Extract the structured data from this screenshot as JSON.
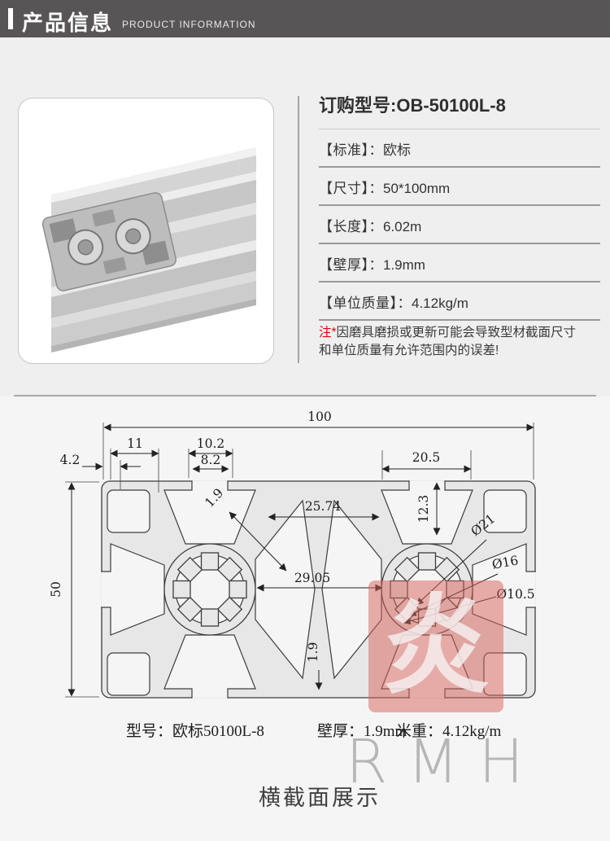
{
  "header": {
    "title_zh": "产品信息",
    "title_en": "PRODUCT INFORMATION"
  },
  "product": {
    "order_model": "订购型号:OB-50100L-8",
    "specs": [
      {
        "label": "【标准】：",
        "value": "欧标"
      },
      {
        "label": "【尺寸】：",
        "value": "50*100mm"
      },
      {
        "label": "【长度】：",
        "value": "6.02m"
      },
      {
        "label": "【壁厚】：",
        "value": "1.9mm"
      },
      {
        "label": "【单位质量】：",
        "value": "4.12kg/m"
      }
    ],
    "note_prefix": "注*",
    "note_text": "因磨具磨损或更新可能会导致型材截面尺寸和单位质量有允许范围内的误差!"
  },
  "drawing": {
    "dims": {
      "width_total": "100",
      "height_total": "50",
      "corner_11": "11",
      "slot_out_10_2": "10.2",
      "slot_in_8_2": "8.2",
      "edge_4_2": "4.2",
      "slot_20_5": "20.5",
      "depth_12_3": "12.3",
      "span_25_74": "25.74",
      "span_29_05": "29.05",
      "wall_1_9_top": "1.9",
      "wall_1_9_bottom": "1.9",
      "dia_21": "Ø21",
      "dia_16": "Ø16",
      "dia_10_5": "Ø10.5"
    },
    "caption": {
      "model": "型号：欧标50100L-8",
      "wall": "壁厚：1.9mm",
      "weight": "米重：4.12kg/m"
    },
    "stamp_char": "炎",
    "watermark": "RMH",
    "section_title": "横截面展示"
  },
  "colors": {
    "header_bg": "#585556",
    "note_red": "#e60012",
    "stamp_red": "rgba(213,97,89,0.5)",
    "watermark_gray": "#a7a7a7"
  }
}
